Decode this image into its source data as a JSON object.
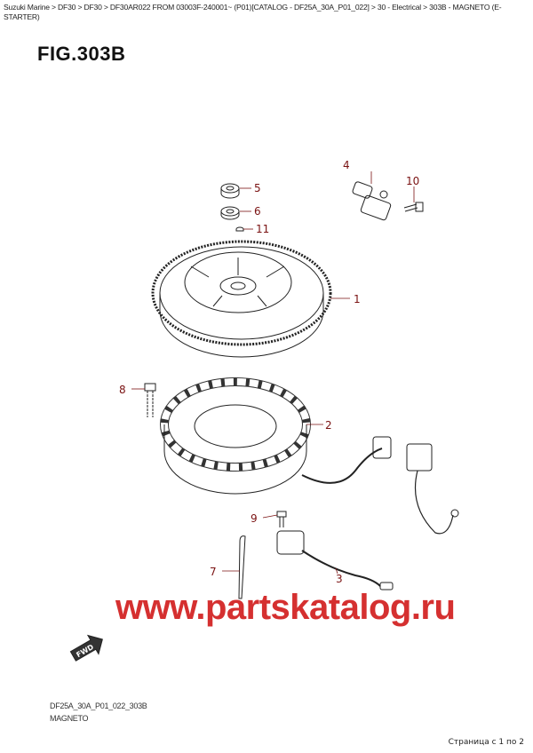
{
  "breadcrumb": "Suzuki Marine > DF30 > DF30 > DF30AR022 FROM 03003F-240001~ (P01)[CATALOG - DF25A_30A_P01_022] > 30 - Electrical > 303B - MAGNETO (E-STARTER)",
  "figure_title": "FIG.303B",
  "callouts": [
    "1",
    "2",
    "3",
    "4",
    "5",
    "6",
    "7",
    "8",
    "9",
    "10",
    "11"
  ],
  "fwd_label": "FWD",
  "watermark": "www.partskatalog.ru",
  "footer": {
    "code": "DF25A_30A_P01_022_303B",
    "name": "MAGNETO"
  },
  "pagination": "Страница с 1 по 2",
  "colors": {
    "callout": "#7a1212",
    "watermark": "#d21f1f"
  }
}
